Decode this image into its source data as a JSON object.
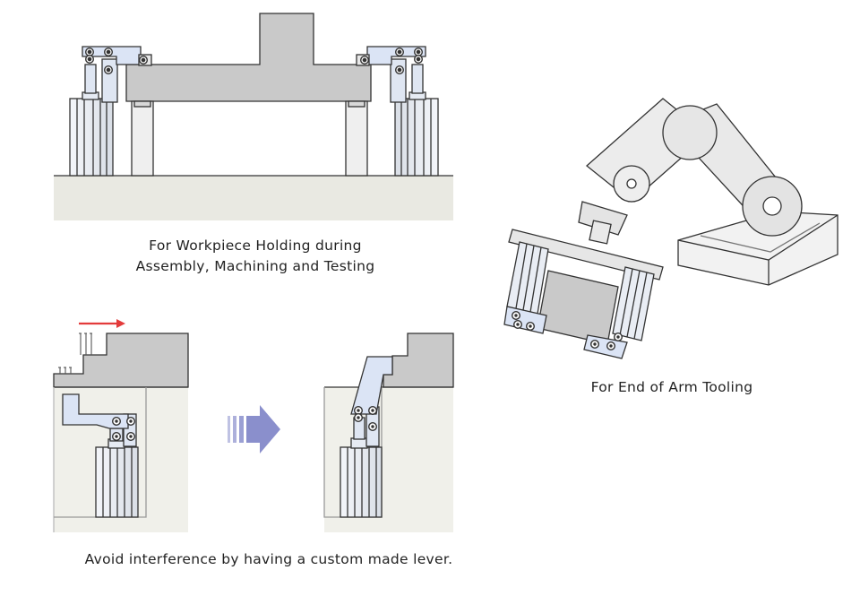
{
  "captions": {
    "workpiece_holding_line1": "For Workpiece Holding during",
    "workpiece_holding_line2": "Assembly, Machining and Testing",
    "end_of_arm": "For End of Arm Tooling",
    "custom_lever": "Avoid interference by having a custom made lever."
  },
  "colors": {
    "block_gray": "#c8c8c8",
    "floor": "#e8e8e0",
    "cylinder": "#e9ecf1",
    "clamp_blue": "#dfe8f7",
    "outline": "#333333",
    "red_arrow": "#e33b3b",
    "transition_arrow": "#8a8fcc"
  },
  "icons": [
    "red-motion-arrow",
    "transition-arrow-icon",
    "bolt-icon"
  ]
}
